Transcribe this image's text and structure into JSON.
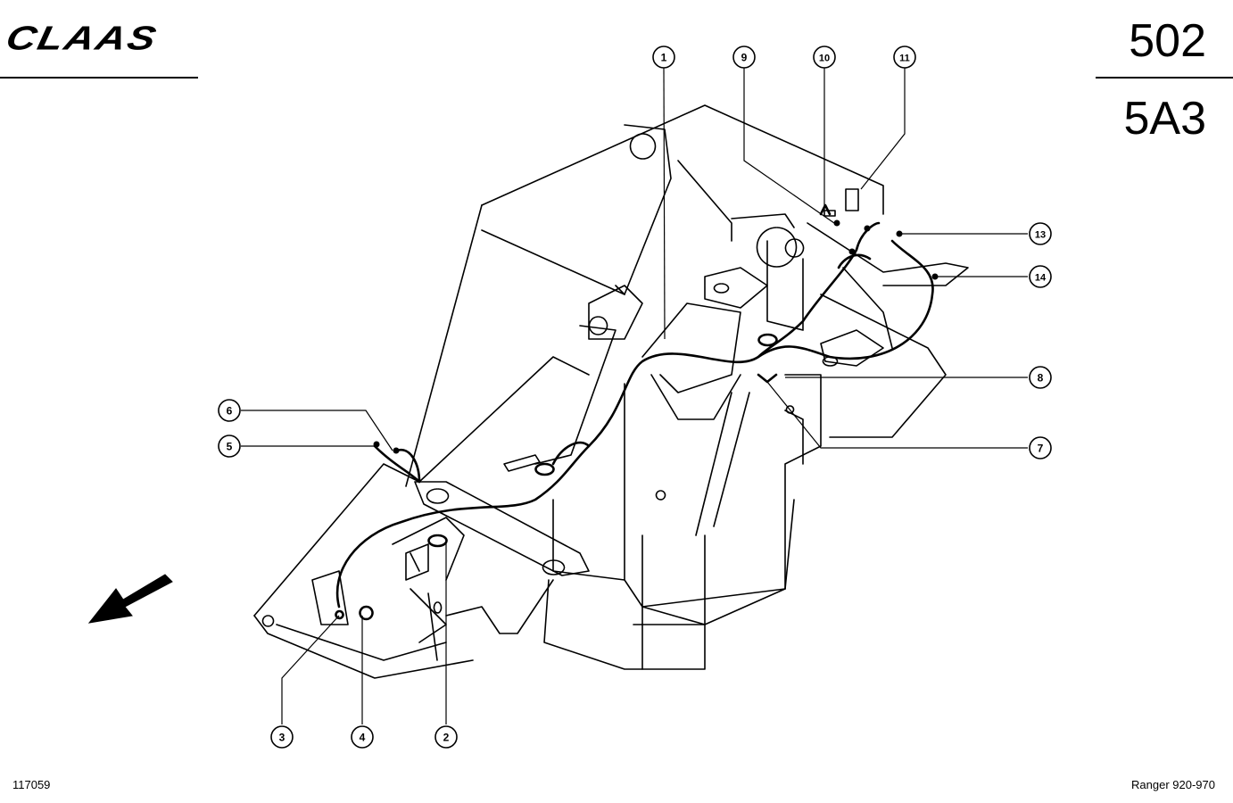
{
  "brand": {
    "logo_text": "CLAAS"
  },
  "header": {
    "page_code": "502",
    "group_code": "5A3"
  },
  "footer": {
    "drawing_number": "117059",
    "model": "Ranger 920-970"
  },
  "callouts": [
    {
      "id": "c1",
      "label": "1"
    },
    {
      "id": "c2",
      "label": "2"
    },
    {
      "id": "c3",
      "label": "3"
    },
    {
      "id": "c4",
      "label": "4"
    },
    {
      "id": "c5",
      "label": "5"
    },
    {
      "id": "c6",
      "label": "6"
    },
    {
      "id": "c7",
      "label": "7"
    },
    {
      "id": "c8",
      "label": "8"
    },
    {
      "id": "c9",
      "label": "9"
    },
    {
      "id": "c10",
      "label": "10"
    },
    {
      "id": "c11",
      "label": "11"
    },
    {
      "id": "c13",
      "label": "13"
    },
    {
      "id": "c14",
      "label": "14"
    }
  ],
  "icons": {
    "direction_arrow": "arrow-down-left-icon"
  }
}
